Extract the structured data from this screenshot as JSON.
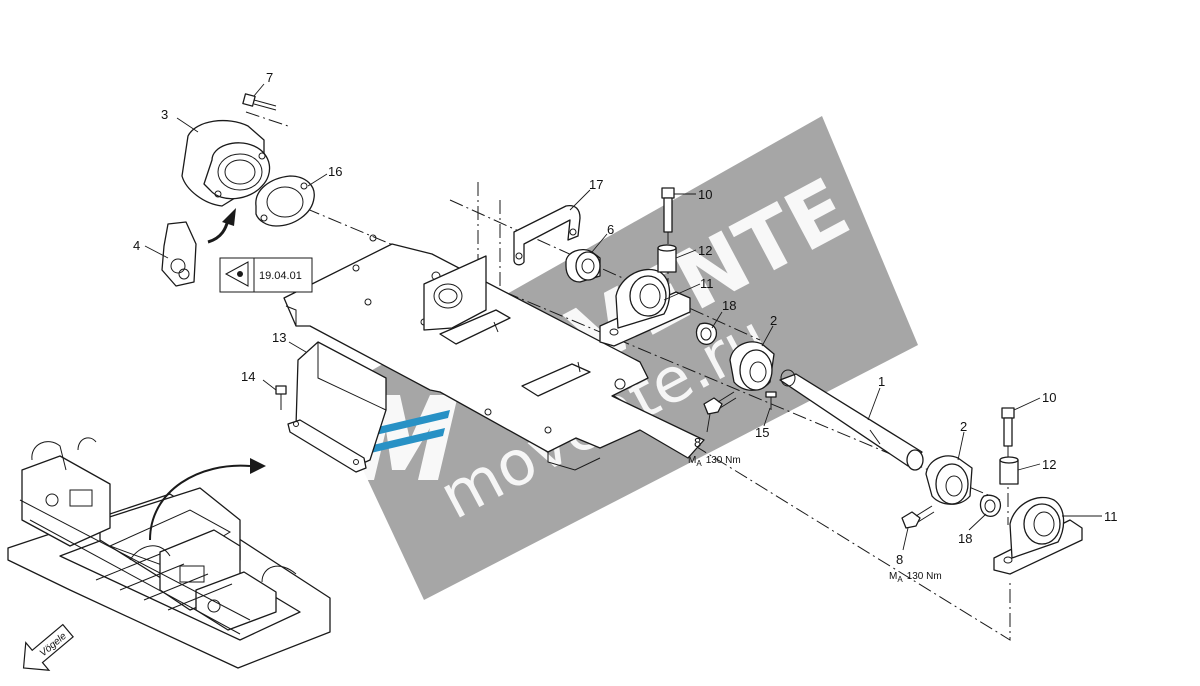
{
  "callouts": [
    {
      "id": "c1",
      "label": "1"
    },
    {
      "id": "c2a",
      "label": "2"
    },
    {
      "id": "c2b",
      "label": "2"
    },
    {
      "id": "c3",
      "label": "3"
    },
    {
      "id": "c4",
      "label": "4"
    },
    {
      "id": "c6",
      "label": "6"
    },
    {
      "id": "c7",
      "label": "7"
    },
    {
      "id": "c8a",
      "label": "8"
    },
    {
      "id": "c8b",
      "label": "8"
    },
    {
      "id": "c10a",
      "label": "10"
    },
    {
      "id": "c10b",
      "label": "10"
    },
    {
      "id": "c11a",
      "label": "11"
    },
    {
      "id": "c11b",
      "label": "11"
    },
    {
      "id": "c12a",
      "label": "12"
    },
    {
      "id": "c12b",
      "label": "12"
    },
    {
      "id": "c13",
      "label": "13"
    },
    {
      "id": "c14",
      "label": "14"
    },
    {
      "id": "c15",
      "label": "15"
    },
    {
      "id": "c16",
      "label": "16"
    },
    {
      "id": "c17",
      "label": "17"
    },
    {
      "id": "c18a",
      "label": "18"
    },
    {
      "id": "c18b",
      "label": "18"
    }
  ],
  "torque": {
    "symbol": "M",
    "subscript": "A",
    "value": "130 Nm"
  },
  "reference_box": {
    "code": "19.04.01"
  },
  "direction_arrow": {
    "label": "Vögele"
  },
  "watermark": {
    "brand": "VENTE",
    "site": "movente.ru",
    "logo_color": "#1e90c8",
    "panel_color": "#9a9a9a"
  }
}
